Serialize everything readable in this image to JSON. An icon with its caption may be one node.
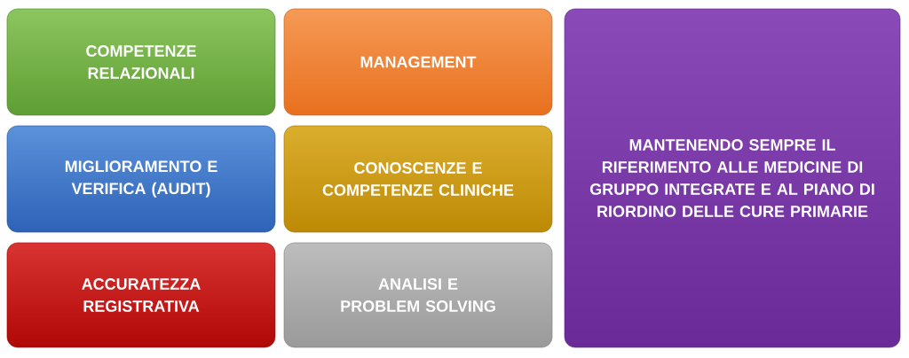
{
  "diagram": {
    "nodes": [
      {
        "text": [
          "COMPETENZE RELAZIONALI"
        ]
      },
      {
        "text": [
          "MANAGEMENT"
        ]
      },
      {
        "text": [
          "MIGLIORAMENTO E VERIFICA (AUDIT)"
        ]
      },
      {
        "text": [
          "CONOSCENZE E COMPETENZE CLINICHE"
        ]
      },
      {
        "text": [
          "ACCURATEZZA REGISTRATIVA"
        ]
      },
      {
        "text": [
          "ANALISI E PROBLEM SOLVING"
        ]
      },
      {
        "text": [
          "MANTENENDO SEMPRE IL RIFERIMENTO ALLE MEDICINE DI GRUPPO INTEGRATE E AL PIANO DI RIORDINO DELLE CURE PRIMARIE"
        ]
      }
    ]
  }
}
